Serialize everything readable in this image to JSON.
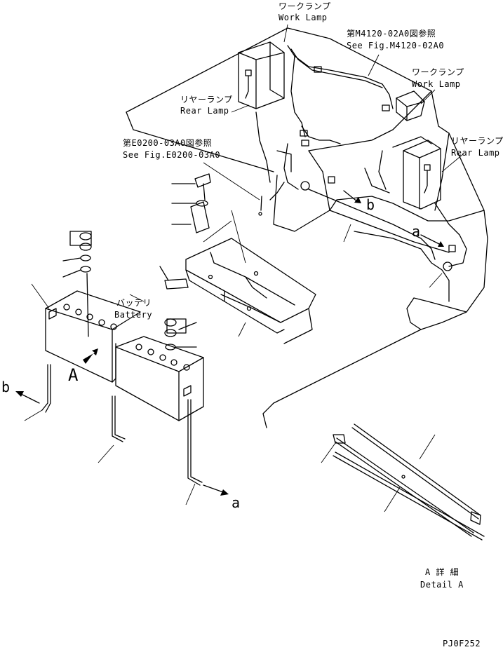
{
  "labels": {
    "work_lamp_top_jp": "ワークランプ",
    "work_lamp_top_en": "Work Lamp",
    "ref_m4120_jp": "第M4120-02A0図参照",
    "ref_m4120_en": "See Fig.M4120-02A0",
    "work_lamp_right_jp": "ワークランプ",
    "work_lamp_right_en": "Work Lamp",
    "rear_lamp_left_jp": "リヤーランプ",
    "rear_lamp_left_en": "Rear Lamp",
    "rear_lamp_right_jp": "リヤーランプ",
    "rear_lamp_right_en": "Rear Lamp",
    "ref_e0200_jp": "第E0200-03A0図参照",
    "ref_e0200_en": "See Fig.E0200-03A0",
    "battery_jp": "バッテリ",
    "battery_en": "Battery",
    "view_a": "A",
    "mark_b_left": "b",
    "mark_b_chassis": "b",
    "mark_a_chassis": "a",
    "mark_a_bottom": "a",
    "detail_a_jp": "A 詳 細",
    "detail_a_en": "Detail A",
    "drawing_code": "PJ0F252"
  }
}
